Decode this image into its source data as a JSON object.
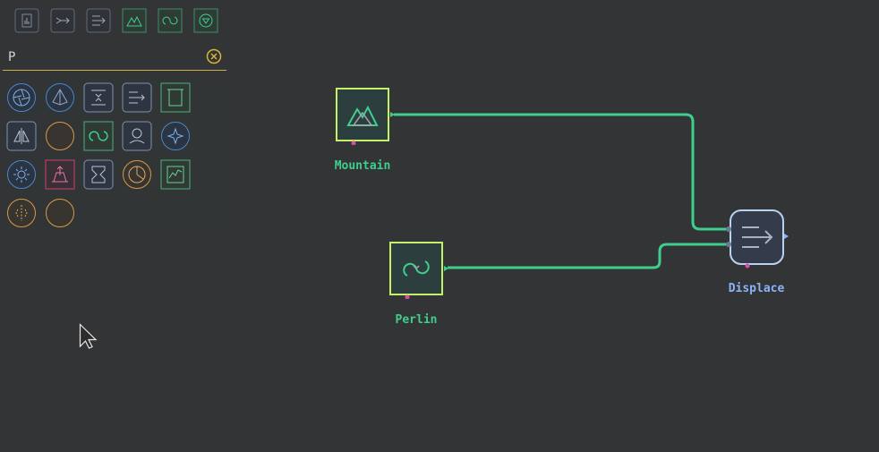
{
  "toolbar": {
    "items": [
      {
        "icon": "bar-chart-icon"
      },
      {
        "icon": "flow-arrow-icon"
      },
      {
        "icon": "displace-arrow-icon"
      },
      {
        "icon": "mountain-icon"
      },
      {
        "icon": "perlin-icon"
      },
      {
        "icon": "filter-down-icon"
      }
    ]
  },
  "search": {
    "value": "P",
    "placeholder": ""
  },
  "palette": {
    "items": [
      {
        "icon": "aperture-icon"
      },
      {
        "icon": "pyramid-icon"
      },
      {
        "icon": "compress-icon"
      },
      {
        "icon": "displace-icon"
      },
      {
        "icon": "frame-icon"
      },
      {
        "icon": "mirror-icon"
      },
      {
        "icon": "circle-icon"
      },
      {
        "icon": "perlin-icon"
      },
      {
        "icon": "person-icon"
      },
      {
        "icon": "sparkle-icon"
      },
      {
        "icon": "sun-icon"
      },
      {
        "icon": "erode-icon"
      },
      {
        "icon": "hourglass-icon"
      },
      {
        "icon": "pie-icon"
      },
      {
        "icon": "graph-icon"
      },
      {
        "icon": "split-icon"
      },
      {
        "icon": "circle-icon"
      }
    ]
  },
  "nodes": {
    "mountain": {
      "label": "Mountain"
    },
    "perlin": {
      "label": "Perlin"
    },
    "displace": {
      "label": "Displace"
    }
  },
  "colors": {
    "accent_green": "#3ecf8e",
    "node_border_green": "#c6f06a",
    "displace_label": "#8ab4f8",
    "port_magenta": "#d84fa9",
    "search_underline": "#c9b04a"
  }
}
